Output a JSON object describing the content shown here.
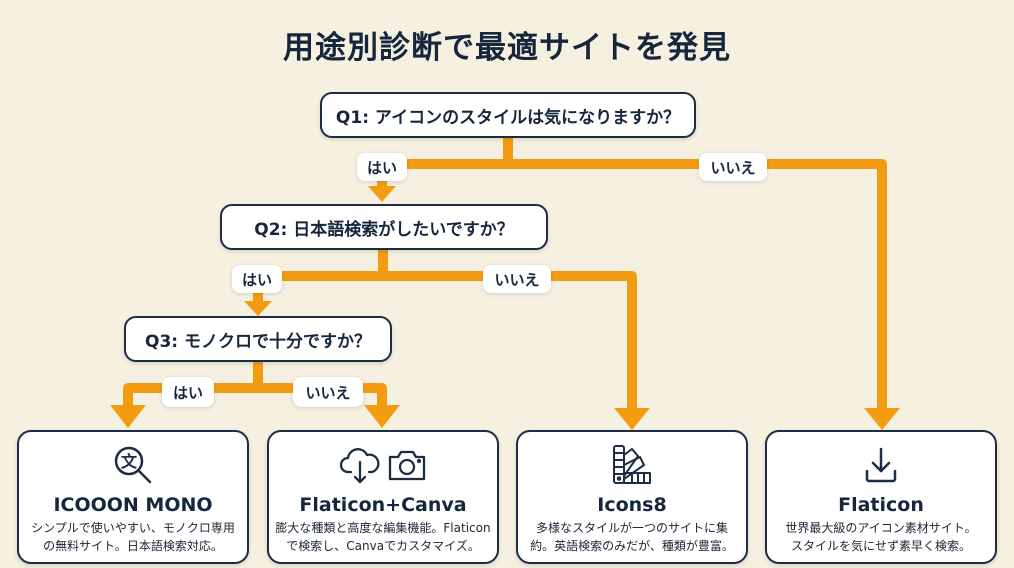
{
  "title": "用途別診断で最適サイトを発見",
  "colors": {
    "connector": "#f39c12",
    "ink": "#16263d",
    "background": "#f6f0e0"
  },
  "questions": [
    {
      "id": "q1",
      "label": "Q1: アイコンのスタイルは気になりますか？"
    },
    {
      "id": "q2",
      "label": "Q2: 日本語検索がしたいですか？"
    },
    {
      "id": "q3",
      "label": "Q3: モノクロで十分ですか？"
    }
  ],
  "branches": {
    "q1_yes": "はい",
    "q1_no": "いいえ",
    "q2_yes": "はい",
    "q2_no": "いいえ",
    "q3_yes": "はい",
    "q3_no": "いいえ"
  },
  "results": [
    {
      "icon": "magnifier-text-icon",
      "name": "ICOOON MONO",
      "desc_line1": "シンプルで使いやすい、モノクロ専用",
      "desc_line2": "の無料サイト。日本語検索対応。"
    },
    {
      "icon": "cloud-download-camera-icon",
      "name": "Flaticon+Canva",
      "desc_line1": "膨大な種類と高度な編集機能。Flaticon",
      "desc_line2": "で検索し、Canvaでカスタマイズ。"
    },
    {
      "icon": "color-swatch-icon",
      "name": "Icons8",
      "desc_line1": "多様なスタイルが一つのサイトに集",
      "desc_line2": "約。英語検索のみだが、種類が豊富。"
    },
    {
      "icon": "download-icon",
      "name": "Flaticon",
      "desc_line1": "世界最大級のアイコン素材サイト。",
      "desc_line2": "スタイルを気にせず素早く検索。"
    }
  ]
}
